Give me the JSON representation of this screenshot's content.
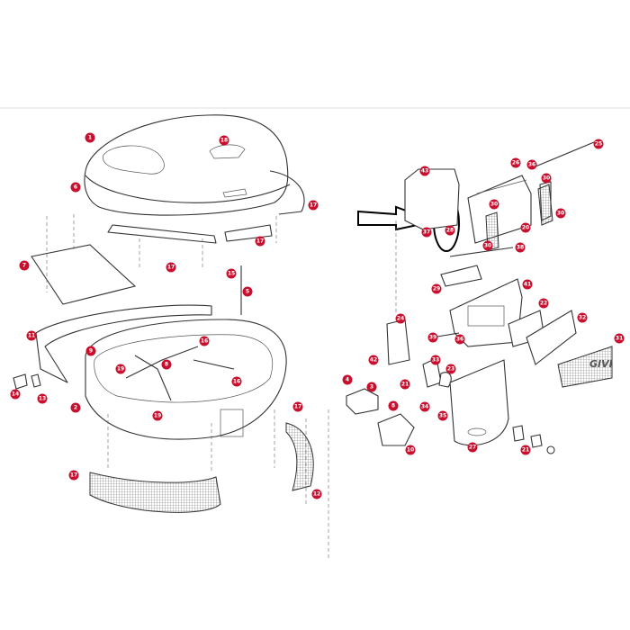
{
  "diagram": {
    "callout_color": "#c8102e",
    "highlight": {
      "arrow": "outline-arrow-right",
      "circled_part": "28"
    },
    "callouts": [
      "1",
      "18",
      "6",
      "17",
      "17",
      "17",
      "7",
      "15",
      "5",
      "11",
      "9",
      "8",
      "16",
      "16",
      "19",
      "19",
      "14",
      "13",
      "2",
      "17",
      "17",
      "12",
      "43",
      "26",
      "36",
      "25",
      "30",
      "30",
      "30",
      "28",
      "37",
      "20",
      "30",
      "38",
      "29",
      "41",
      "22",
      "32",
      "31",
      "24",
      "39",
      "36",
      "42",
      "33",
      "23",
      "21",
      "4",
      "3",
      "8",
      "34",
      "35",
      "10",
      "27",
      "21"
    ],
    "logo_text": "GIVI"
  }
}
